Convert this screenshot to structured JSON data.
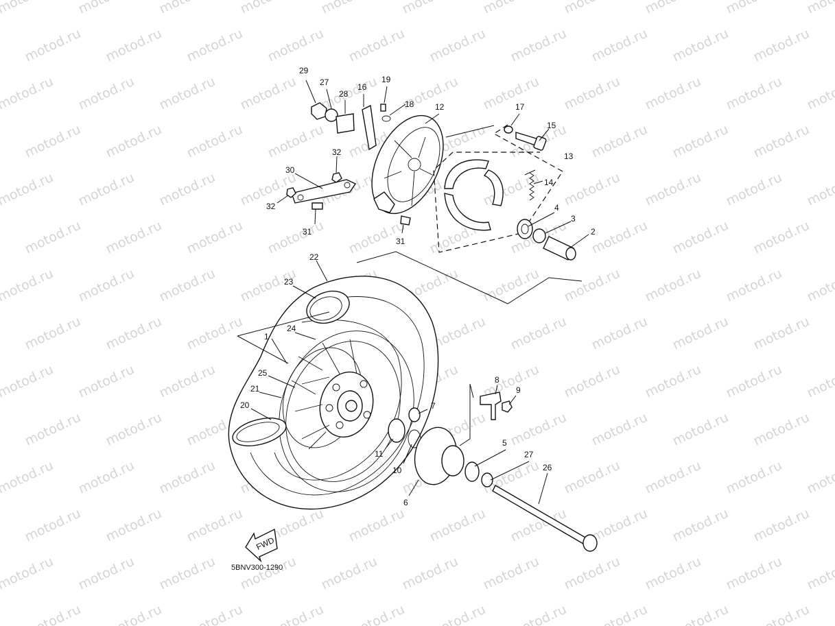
{
  "watermark": "motod.ru",
  "diagram_code": "5BNV300-1290",
  "fwd_label": "FWD",
  "callouts": [
    "29",
    "27",
    "28",
    "16",
    "19",
    "18",
    "12",
    "17",
    "15",
    "13",
    "14",
    "32",
    "30",
    "32",
    "31",
    "31",
    "4",
    "3",
    "2",
    "22",
    "23",
    "24",
    "1",
    "25",
    "21",
    "20",
    "8",
    "9",
    "7",
    "11",
    "10",
    "5",
    "27",
    "26",
    "6"
  ]
}
